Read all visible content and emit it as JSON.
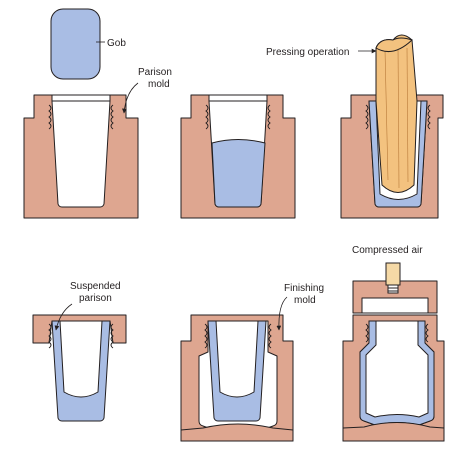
{
  "labels": {
    "gob": "Gob",
    "parison_mold": [
      "Parison",
      "mold"
    ],
    "pressing_operation": "Pressing operation",
    "suspended_parison": [
      "Suspended",
      "parison"
    ],
    "finishing_mold": [
      "Finishing",
      "mold"
    ],
    "compressed_air": "Compressed air"
  },
  "colors": {
    "mold": "#dea690",
    "glass": "#a9bde4",
    "plunger": "#f3c27f",
    "air_nozzle": "#f5d9a6",
    "outline": "#231f20"
  }
}
